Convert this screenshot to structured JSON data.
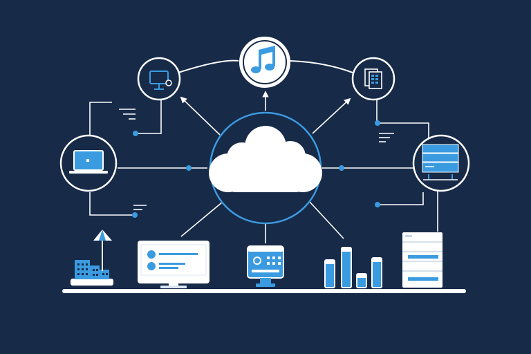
{
  "colors": {
    "background": "#172a48",
    "line": "#ffffff",
    "accent_blue": "#3b9be0",
    "light_blue": "#5fb8f0",
    "circle_stroke": "#ffffff",
    "cloud": "#ffffff",
    "node_fill": "#172a48"
  },
  "diagram": {
    "center": {
      "icon": "cloud-icon"
    },
    "nodes": [
      {
        "id": "music",
        "icon": "music-note-icon"
      },
      {
        "id": "monitor-settings",
        "icon": "monitor-gear-icon"
      },
      {
        "id": "documents",
        "icon": "documents-icon"
      },
      {
        "id": "laptop",
        "icon": "laptop-icon"
      },
      {
        "id": "server",
        "icon": "server-rack-icon"
      }
    ],
    "bottom_devices": [
      {
        "id": "buildings",
        "icon": "city-buildings-icon"
      },
      {
        "id": "desktop",
        "icon": "desktop-monitor-icon"
      },
      {
        "id": "router",
        "icon": "router-device-icon"
      },
      {
        "id": "bar-chart",
        "icon": "bar-chart-icon"
      },
      {
        "id": "server-tower",
        "icon": "server-tower-icon"
      }
    ]
  }
}
